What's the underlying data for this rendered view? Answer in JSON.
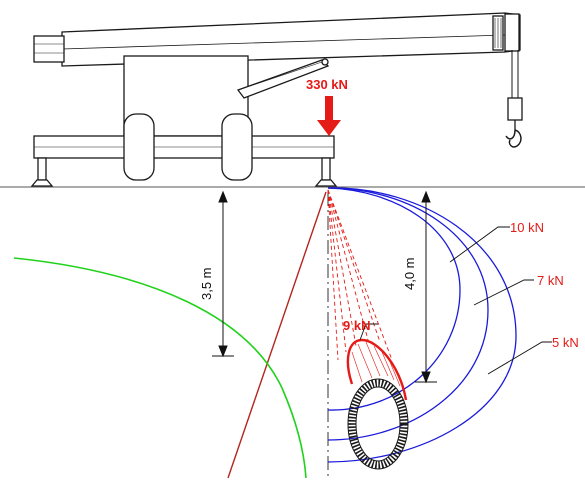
{
  "load": {
    "label": "330 kN"
  },
  "depths": {
    "left": "3,5 m",
    "right": "4,0 m"
  },
  "contours": {
    "c10": "10 kN",
    "c7": "7 kN",
    "c5": "5 kN",
    "c9": "9 kN"
  },
  "colors": {
    "contour": "#1a1adb",
    "load": "#e41b17",
    "green_curve": "#21d21c",
    "slope_line": "#b3261e",
    "outline": "#1a1a1a"
  }
}
